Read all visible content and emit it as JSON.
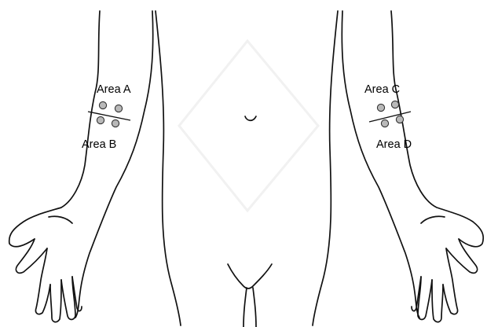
{
  "areas": {
    "a": "Area A",
    "b": "Area B",
    "c": "Area C",
    "d": "Area D"
  },
  "colors": {
    "outline": "#111111",
    "injection_dot": "#b9b9b9",
    "background": "#ffffff"
  },
  "icons": [
    "navel-icon",
    "injection-site-dot"
  ]
}
